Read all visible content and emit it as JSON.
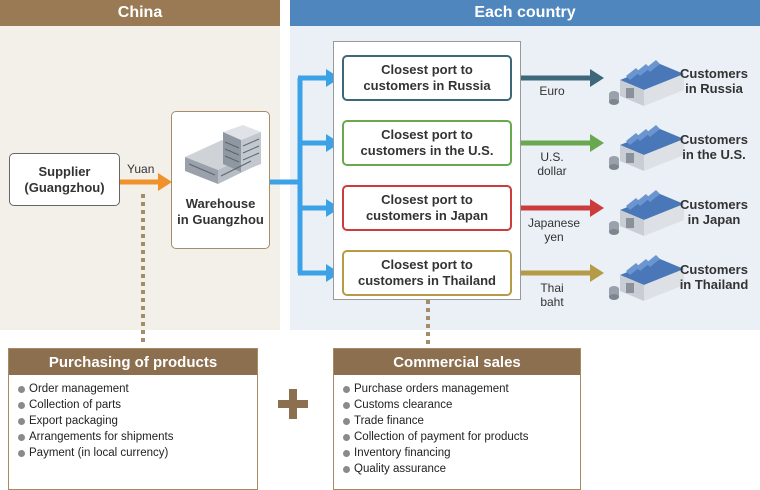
{
  "regions": {
    "china": "China",
    "each_country": "Each country"
  },
  "colors": {
    "china_header": "#9a7a55",
    "china_bg": "#f3efe9",
    "country_header": "#4f86bd",
    "country_bg": "#eaf0f6",
    "blue_arrow": "#3ca2e8",
    "orange_arrow": "#f0912b",
    "russia": "#3e6779",
    "us": "#6aa84f",
    "japan": "#cc3c3c",
    "thailand": "#b59b47"
  },
  "supplier": {
    "label": "Supplier\n(Guangzhou)"
  },
  "supplier_currency": "Yuan",
  "warehouse": {
    "label": "Warehouse\nin Guangzhou",
    "icon": "building-icon"
  },
  "routes": [
    {
      "port": "Closest port to\ncustomers in Russia",
      "currency": "Euro",
      "customers": "Customers\nin Russia",
      "color": "#3e6779"
    },
    {
      "port": "Closest port to\ncustomers in the U.S.",
      "currency": "U.S.\ndollar",
      "customers": "Customers\nin the U.S.",
      "color": "#6aa84f"
    },
    {
      "port": "Closest port to\ncustomers in Japan",
      "currency": "Japanese\nyen",
      "customers": "Customers\nin Japan",
      "color": "#cc3c3c"
    },
    {
      "port": "Closest port to\ncustomers in Thailand",
      "currency": "Thai\nbaht",
      "customers": "Customers\nin Thailand",
      "color": "#b59b47"
    }
  ],
  "purchasing": {
    "title": "Purchasing of products",
    "items": [
      "Order management",
      "Collection of parts",
      "Export packaging",
      "Arrangements for shipments",
      "Payment (in local currency)"
    ]
  },
  "plus_symbol": "+",
  "commercial": {
    "title": "Commercial sales",
    "items": [
      "Purchase orders management",
      "Customs clearance",
      "Trade finance",
      "Collection of payment for products",
      "Inventory financing",
      "Quality assurance"
    ]
  }
}
